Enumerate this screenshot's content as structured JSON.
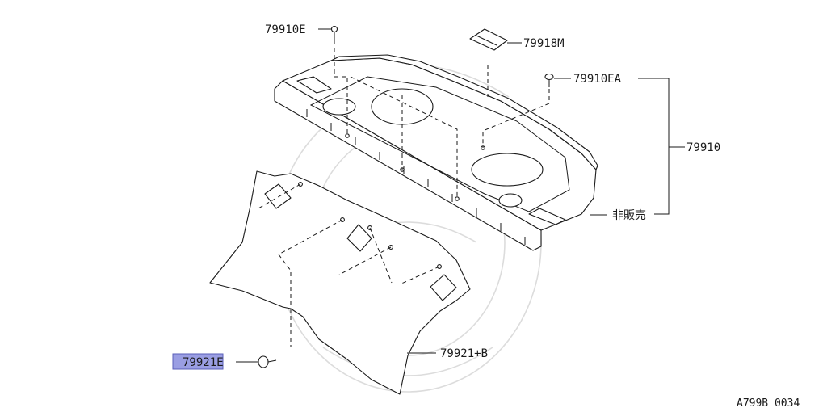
{
  "labels": {
    "clip_top": "79910E",
    "bracket": "79918M",
    "clip_right": "79910EA",
    "assembly": "79910",
    "not_for_sale": "非販売",
    "lower_clip": "79921E",
    "lower_panel": "79921+B"
  },
  "diagram_code": "A799B 0034",
  "colors": {
    "highlight": "#9a9ee3",
    "line": "#1a1a1a",
    "watermark": "#dcdcdc"
  }
}
